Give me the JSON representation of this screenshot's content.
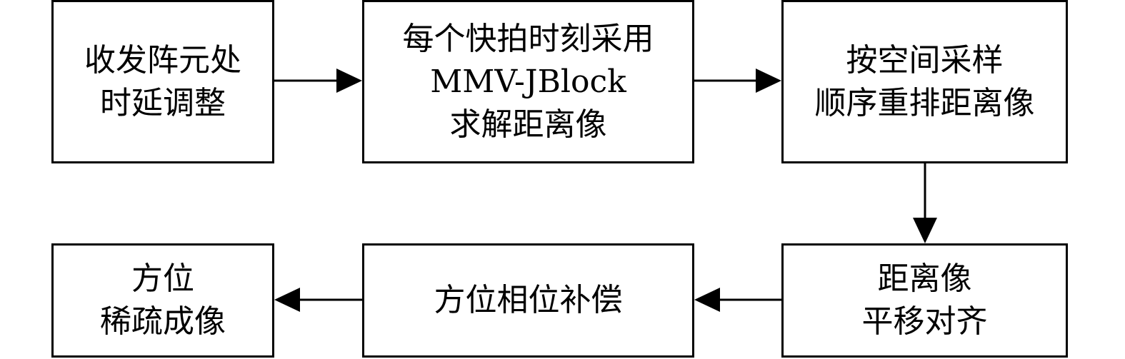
{
  "diagram": {
    "nodes": [
      {
        "id": "n1",
        "lines": [
          "收发阵元处",
          "时延调整"
        ]
      },
      {
        "id": "n2",
        "lines": [
          "每个快拍时刻采用",
          "MMV-JBlock",
          "求解距离像"
        ]
      },
      {
        "id": "n3",
        "lines": [
          "按空间采样",
          "顺序重排距离像"
        ]
      },
      {
        "id": "n4",
        "lines": [
          "距离像",
          "平移对齐"
        ]
      },
      {
        "id": "n5",
        "lines": [
          "方位相位补偿"
        ]
      },
      {
        "id": "n6",
        "lines": [
          "方位",
          "稀疏成像"
        ]
      }
    ],
    "edges": [
      {
        "from": "n1",
        "to": "n2"
      },
      {
        "from": "n2",
        "to": "n3"
      },
      {
        "from": "n3",
        "to": "n4"
      },
      {
        "from": "n4",
        "to": "n5"
      },
      {
        "from": "n5",
        "to": "n6"
      }
    ],
    "colors": {
      "stroke": "#000000",
      "fill": "#ffffff",
      "text": "#000000"
    }
  }
}
